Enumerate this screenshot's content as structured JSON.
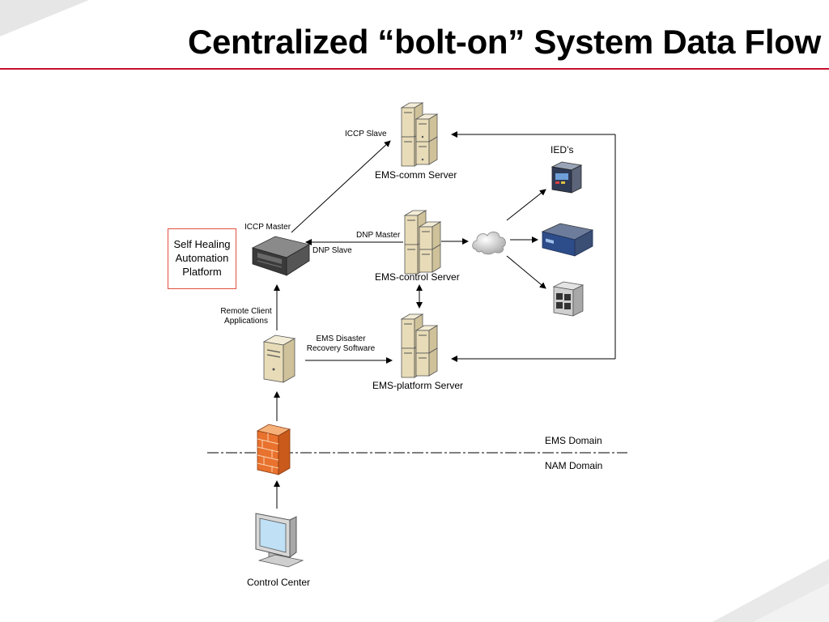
{
  "slide": {
    "title": "Centralized “bolt-on” System Data Flow",
    "accent_color": "#c8102e"
  },
  "labels": {
    "iccp_slave": "ICCP Slave",
    "ems_comm_server": "EMS-comm Server",
    "ieds": "IED’s",
    "iccp_master": "ICCP Master",
    "dnp_master": "DNP Master",
    "dnp_slave": "DNP Slave",
    "ems_control_server": "EMS-control Server",
    "shap": "Self Healing Automation Platform",
    "remote_client_line1": "Remote Client",
    "remote_client_line2": "Applications",
    "ems_disaster_line1": "EMS Disaster",
    "ems_disaster_line2": "Recovery Software",
    "ems_platform_server": "EMS-platform Server",
    "ems_domain": "EMS Domain",
    "nam_domain": "NAM Domain",
    "control_center": "Control Center"
  },
  "icons": [
    "server-stack-icon",
    "rack-appliance-icon",
    "tower-server-icon",
    "cloud-icon",
    "firewall-icon",
    "monitor-icon",
    "ied-device-icon"
  ]
}
